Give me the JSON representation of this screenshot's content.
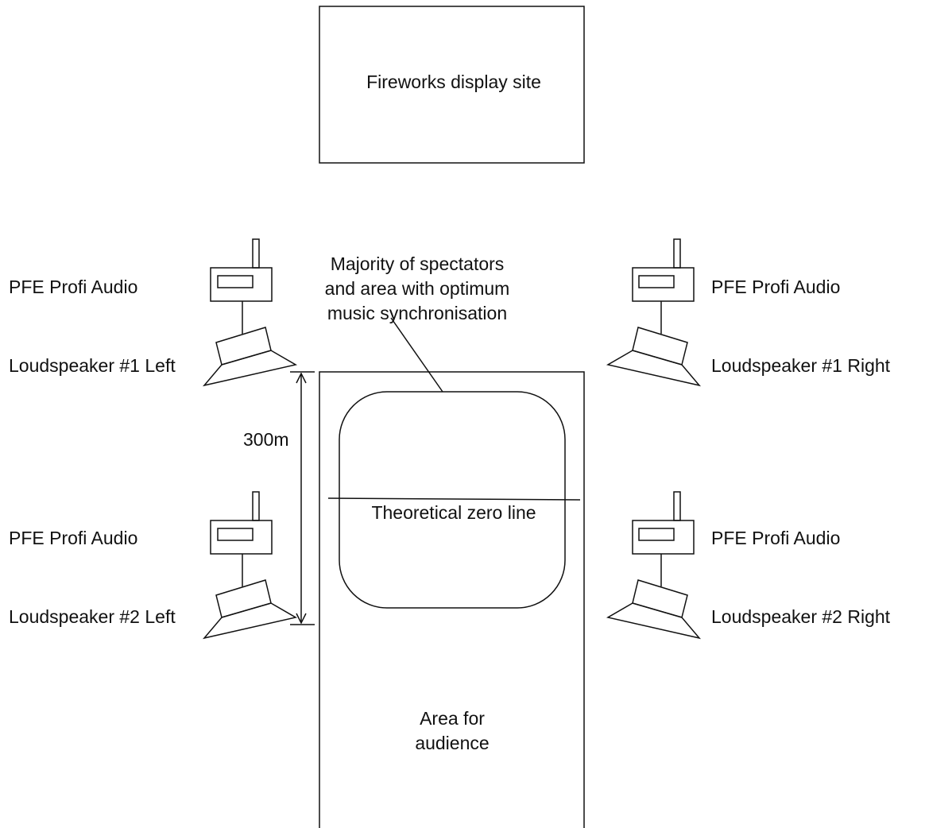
{
  "display_site": {
    "label": "Fireworks display site"
  },
  "spectator_zone": {
    "label_lines": [
      "Majority of spectators",
      "and area with optimum",
      "music synchronisation"
    ],
    "zero_line_label": "Theoretical zero line"
  },
  "audience_area": {
    "label_lines": [
      "Area for",
      "audience"
    ]
  },
  "distance": {
    "label": "300m"
  },
  "devices": {
    "left_1": {
      "receiver": "PFE Profi Audio",
      "speaker": "Loudspeaker #1 Left"
    },
    "left_2": {
      "receiver": "PFE Profi Audio",
      "speaker": "Loudspeaker #2 Left"
    },
    "right_1": {
      "receiver": "PFE Profi Audio",
      "speaker": "Loudspeaker #1 Right"
    },
    "right_2": {
      "receiver": "PFE Profi Audio",
      "speaker": "Loudspeaker #2 Right"
    }
  }
}
